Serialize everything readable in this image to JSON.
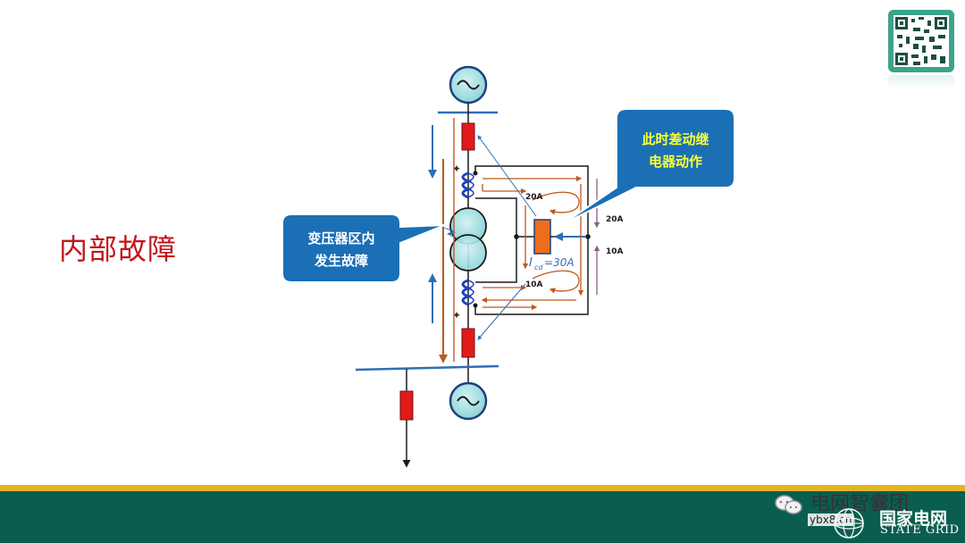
{
  "slide": {
    "title": "内部故障"
  },
  "callouts": {
    "fault": {
      "line1": "变压器区内",
      "line2": "发生故障"
    },
    "relay": {
      "line1": "此时差动继",
      "line2": "电器动作"
    }
  },
  "diagram": {
    "labels": {
      "i20_inner": "20A",
      "i10_inner": "10A",
      "i20_outer": "20A",
      "i10_outer": "10A",
      "icd_text": "=30A",
      "icd_symbol": "I",
      "icd_sub": "cd"
    },
    "colors": {
      "wire": "#1a1a1a",
      "ct_coil": "#1f3fbf",
      "breaker": "#e01b1b",
      "relay": "#ee6d1a",
      "transformer": "#a9e0e3",
      "source": "#a9e0e3",
      "flow_orange": "#c0581e",
      "flow_blue": "#2e6fb6",
      "busbar": "#2e6fb6",
      "callout": "#1b6fb5",
      "callout_text_fault": "#ffffff",
      "callout_text_relay": "#ffff33"
    }
  },
  "footer": {
    "wechat_name": "电网智囊团",
    "watermark": "ybx8.cn",
    "brand_cn": "国家电网",
    "brand_en": "STATE GRID"
  }
}
